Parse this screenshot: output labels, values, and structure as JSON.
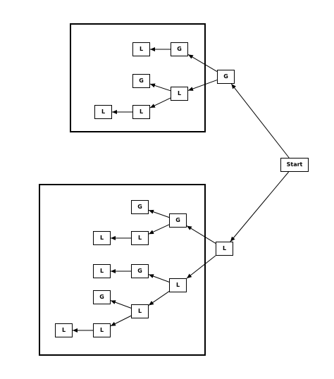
{
  "diagram": {
    "type": "tree",
    "groups": [
      {
        "id": "top",
        "label": ""
      },
      {
        "id": "bottom",
        "label": ""
      }
    ],
    "nodes": [
      {
        "id": "start",
        "label": "Start"
      },
      {
        "id": "a",
        "label": "G"
      },
      {
        "id": "a1",
        "label": "G"
      },
      {
        "id": "a1a",
        "label": "L"
      },
      {
        "id": "a2",
        "label": "L"
      },
      {
        "id": "a2a",
        "label": "G"
      },
      {
        "id": "a2b",
        "label": "L"
      },
      {
        "id": "a2b1",
        "label": "L"
      },
      {
        "id": "b",
        "label": "L"
      },
      {
        "id": "b1",
        "label": "G"
      },
      {
        "id": "b1a",
        "label": "G"
      },
      {
        "id": "b1b",
        "label": "L"
      },
      {
        "id": "b1b1",
        "label": "L"
      },
      {
        "id": "b2",
        "label": "L"
      },
      {
        "id": "b2a",
        "label": "G"
      },
      {
        "id": "b2a1",
        "label": "L"
      },
      {
        "id": "b2b",
        "label": "L"
      },
      {
        "id": "b2b1",
        "label": "G"
      },
      {
        "id": "b2b2",
        "label": "L"
      },
      {
        "id": "b2b2a",
        "label": "L"
      }
    ],
    "edges": [
      {
        "from": "start",
        "to": "a"
      },
      {
        "from": "start",
        "to": "b"
      },
      {
        "from": "a",
        "to": "a1"
      },
      {
        "from": "a1",
        "to": "a1a"
      },
      {
        "from": "a",
        "to": "a2"
      },
      {
        "from": "a2",
        "to": "a2a"
      },
      {
        "from": "a2",
        "to": "a2b"
      },
      {
        "from": "a2b",
        "to": "a2b1"
      },
      {
        "from": "b",
        "to": "b1"
      },
      {
        "from": "b1",
        "to": "b1a"
      },
      {
        "from": "b1",
        "to": "b1b"
      },
      {
        "from": "b1b",
        "to": "b1b1"
      },
      {
        "from": "b",
        "to": "b2"
      },
      {
        "from": "b2",
        "to": "b2a"
      },
      {
        "from": "b2a",
        "to": "b2a1"
      },
      {
        "from": "b2",
        "to": "b2b"
      },
      {
        "from": "b2b",
        "to": "b2b1"
      },
      {
        "from": "b2b",
        "to": "b2b2"
      },
      {
        "from": "b2b2",
        "to": "b2b2a"
      }
    ]
  }
}
